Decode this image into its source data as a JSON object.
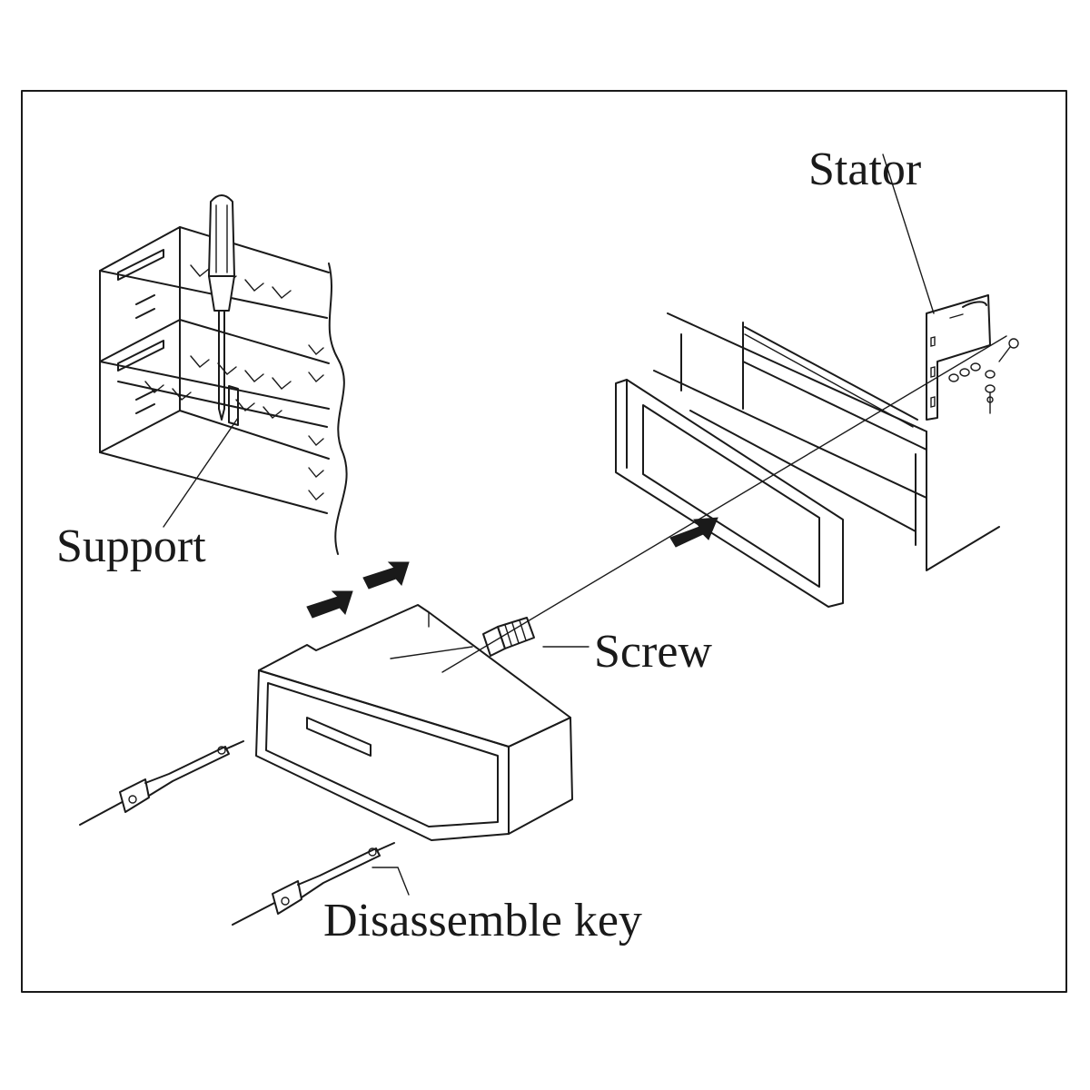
{
  "labels": {
    "stator": "Stator",
    "support": "Support",
    "screw": "Screw",
    "disassemble_key": "Disassemble key"
  },
  "colors": {
    "ink": "#1a1a1a",
    "paper": "#ffffff"
  }
}
